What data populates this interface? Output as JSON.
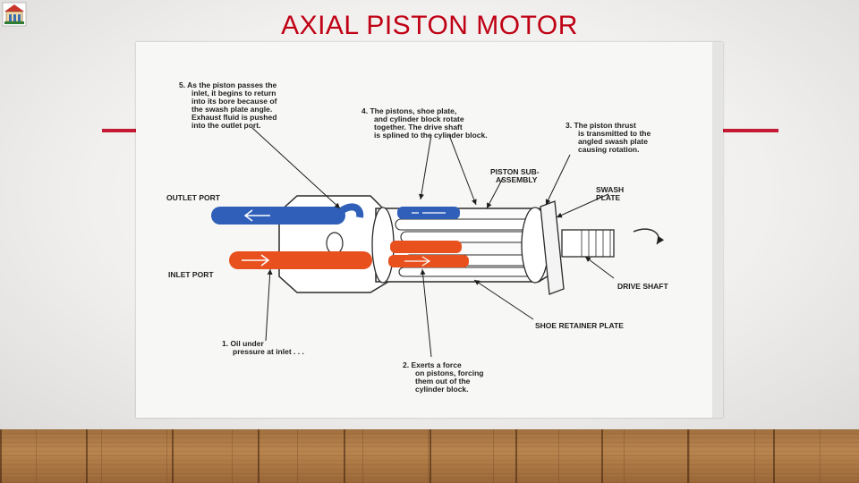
{
  "slide": {
    "title": "AXIAL PISTON MOTOR",
    "accent_color": "#c41a34",
    "title_color": "#c00014"
  },
  "logo": {
    "icon": "institution-logo-icon"
  },
  "diagram": {
    "callouts": {
      "c5": [
        "5. As the piston passes the",
        "inlet, it begins to return",
        "into its bore because of",
        "the swash plate angle.",
        "Exhaust fluid is pushed",
        "into the outlet port."
      ],
      "c4": [
        "4. The pistons, shoe plate,",
        "and cylinder block rotate",
        "together. The drive shaft",
        "is splined to the cylinder block."
      ],
      "c3": [
        "3. The piston thrust",
        "is transmitted to the",
        "angled swash plate",
        "causing rotation."
      ],
      "c1": [
        "1. Oil under",
        "pressure at inlet . . ."
      ],
      "c2": [
        "2. Exerts a force",
        "on pistons, forcing",
        "them out of the",
        "cylinder block."
      ]
    },
    "labels": {
      "outlet_port": "OUTLET PORT",
      "inlet_port": "INLET PORT",
      "piston_sub_assembly": [
        "PISTON SUB-",
        "ASSEMBLY"
      ],
      "swash_plate": [
        "SWASH",
        "PLATE"
      ],
      "drive_shaft": "DRIVE SHAFT",
      "shoe_retainer_plate": "SHOE RETAINER PLATE"
    },
    "colors": {
      "outlet_flow": "#2f5fb8",
      "inlet_flow": "#e8501e"
    }
  }
}
